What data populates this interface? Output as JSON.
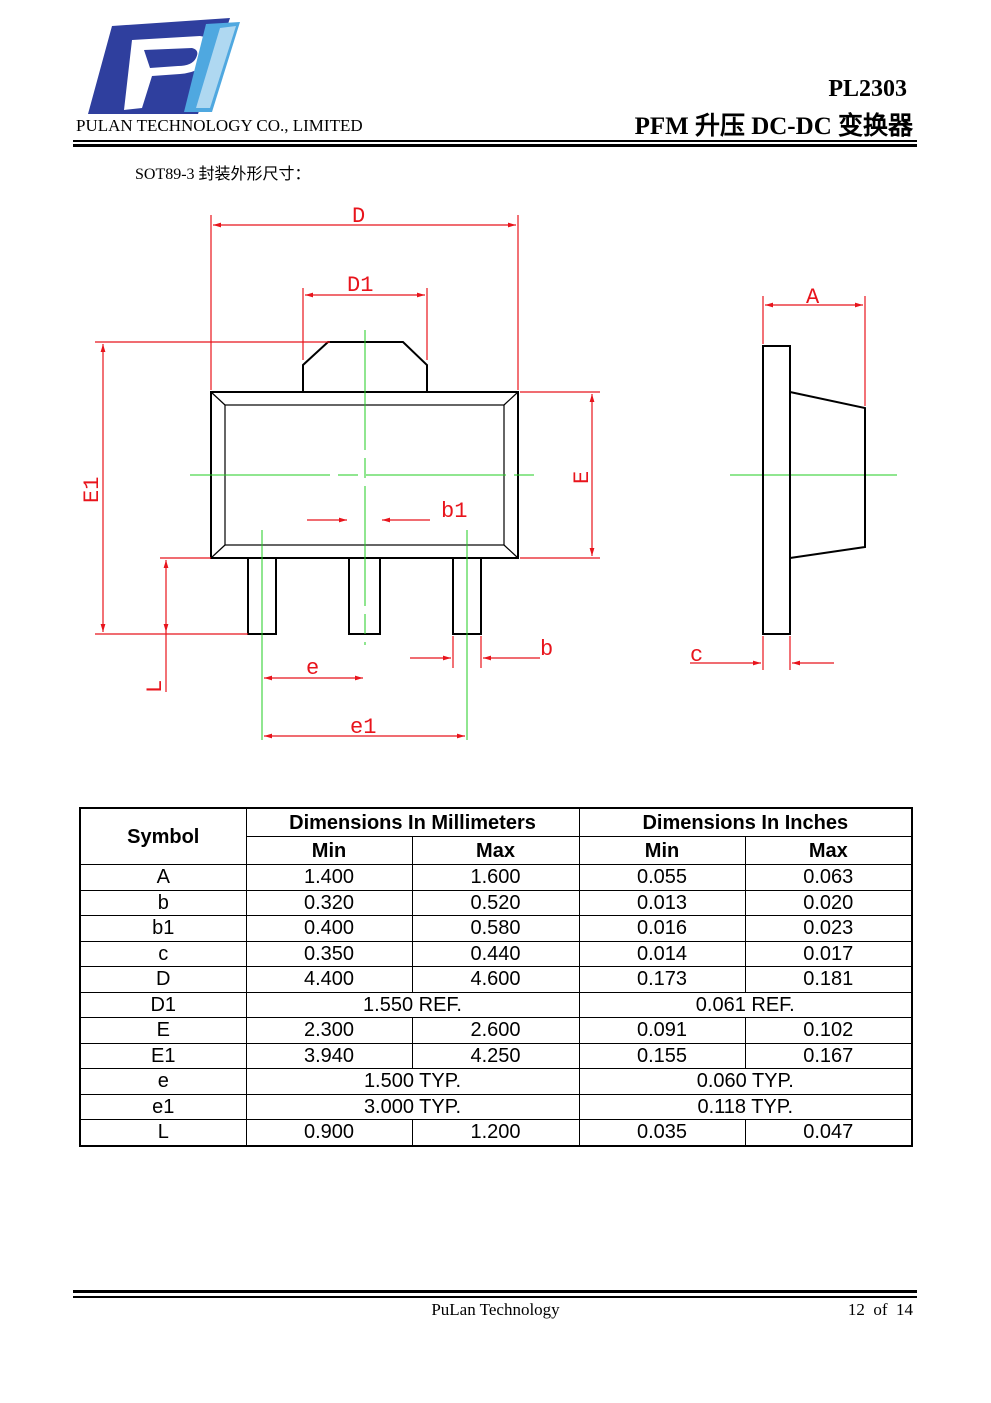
{
  "header": {
    "company": "PULAN TECHNOLOGY CO., LIMITED",
    "part_number": "PL2303",
    "subtitle": "PFM 升压 DC-DC 变换器",
    "logo_icon": "pulan-pl-logo-icon",
    "logo_colors": {
      "blue": "#2f3f9e",
      "light_blue": "#4fa8e0"
    }
  },
  "section_title": "SOT89-3 封装外形尺寸：",
  "drawing_labels": {
    "D": "D",
    "D1": "D1",
    "A": "A",
    "E1": "E1",
    "E": "E",
    "b1": "b1",
    "b": "b",
    "c": "c",
    "e": "e",
    "e1": "e1",
    "L": "L",
    "dim_color": "#e8141c",
    "center_line_color": "#22cc22"
  },
  "table": {
    "headers": {
      "symbol": "Symbol",
      "mm": "Dimensions In Millimeters",
      "inch": "Dimensions In Inches",
      "min": "Min",
      "max": "Max"
    },
    "rows": [
      {
        "symbol": "A",
        "mm_min": "1.400",
        "mm_max": "1.600",
        "in_min": "0.055",
        "in_max": "0.063"
      },
      {
        "symbol": "b",
        "mm_min": "0.320",
        "mm_max": "0.520",
        "in_min": "0.013",
        "in_max": "0.020"
      },
      {
        "symbol": "b1",
        "mm_min": "0.400",
        "mm_max": "0.580",
        "in_min": "0.016",
        "in_max": "0.023"
      },
      {
        "symbol": "c",
        "mm_min": "0.350",
        "mm_max": "0.440",
        "in_min": "0.014",
        "in_max": "0.017"
      },
      {
        "symbol": "D",
        "mm_min": "4.400",
        "mm_max": "4.600",
        "in_min": "0.173",
        "in_max": "0.181"
      },
      {
        "symbol": "D1",
        "mm_span": "1.550 REF.",
        "in_span": "0.061 REF."
      },
      {
        "symbol": "E",
        "mm_min": "2.300",
        "mm_max": "2.600",
        "in_min": "0.091",
        "in_max": "0.102"
      },
      {
        "symbol": "E1",
        "mm_min": "3.940",
        "mm_max": "4.250",
        "in_min": "0.155",
        "in_max": "0.167"
      },
      {
        "symbol": "e",
        "mm_span": "1.500 TYP.",
        "in_span": "0.060 TYP."
      },
      {
        "symbol": "e1",
        "mm_span": "3.000 TYP.",
        "in_span": "0.118 TYP."
      },
      {
        "symbol": "L",
        "mm_min": "0.900",
        "mm_max": "1.200",
        "in_min": "0.035",
        "in_max": "0.047"
      }
    ]
  },
  "footer": {
    "center": "PuLan Technology",
    "page": "12  of  14"
  }
}
